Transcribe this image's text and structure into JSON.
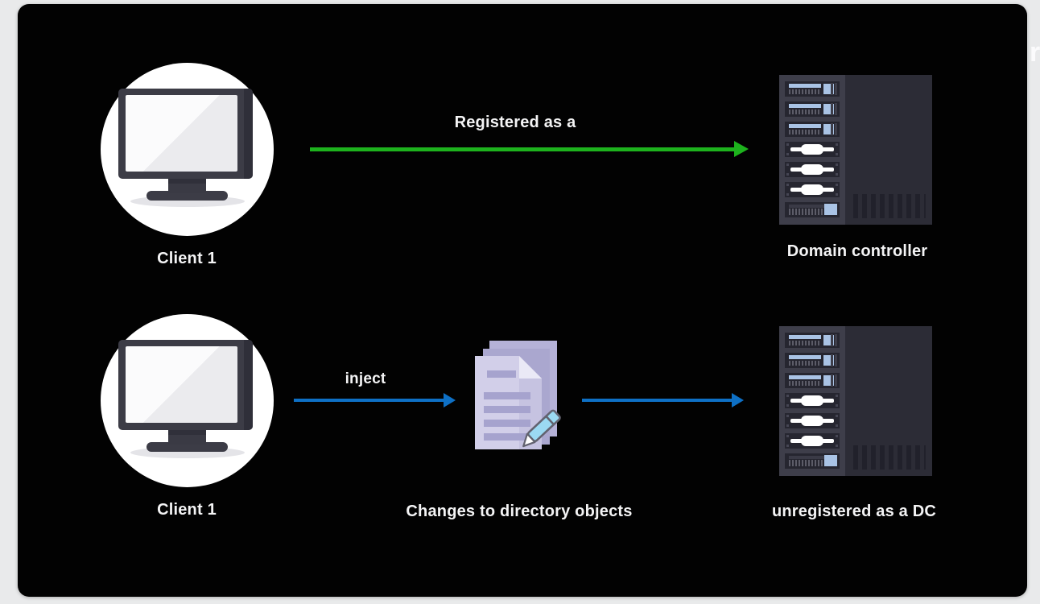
{
  "diagram": {
    "background": "#e9eaeb",
    "panel_color": "#020202",
    "edge_artifact_text": "r",
    "colors": {
      "green": "#1db21d",
      "blue": "#0e70c5",
      "label_text": "#f4f4f5",
      "server_accent_blue": "#a9c3e5",
      "document_purple": "#d2cfe9",
      "pencil_blue": "#9bd9f2"
    },
    "icons": {
      "client": "desktop-monitor-icon",
      "domain_controller": "server-rack-icon",
      "changes": "documents-pencil-icon"
    },
    "rows": [
      {
        "source_label": "Client 1",
        "arrow_label": "Registered as a",
        "arrow_color": "green",
        "target_label": "Domain controller"
      },
      {
        "source_label": "Client 1",
        "arrow1_label": "inject",
        "arrow1_color": "blue",
        "middle_label": "Changes to directory objects",
        "arrow2_color": "blue",
        "target_label": "unregistered as a DC"
      }
    ]
  }
}
